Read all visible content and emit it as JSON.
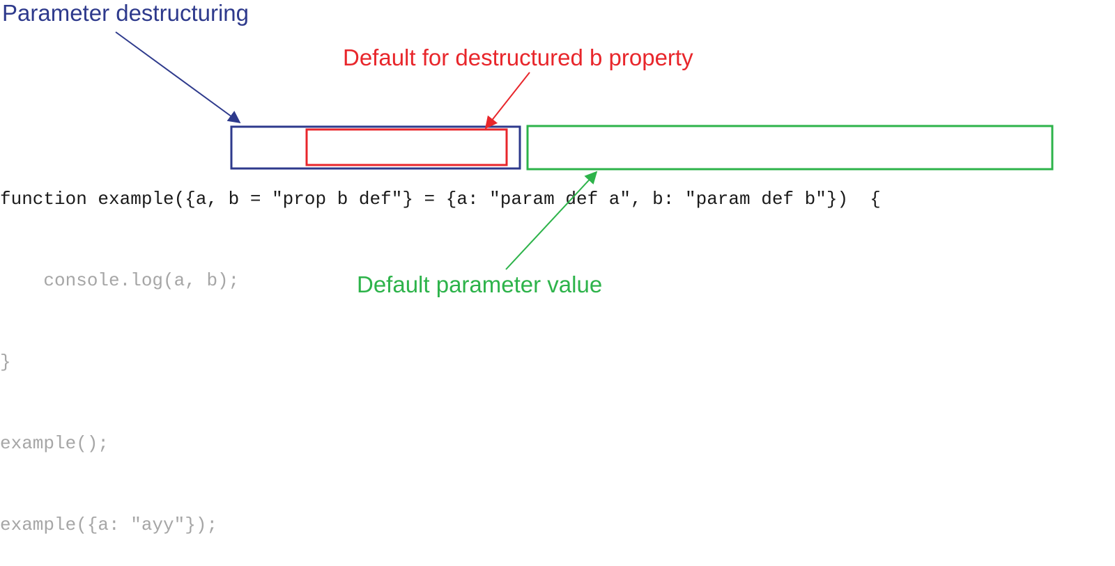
{
  "labels": {
    "parameter_destructuring": "Parameter destructuring",
    "default_b_property": "Default for destructured b property",
    "default_parameter_value": "Default parameter value"
  },
  "code": {
    "line1": {
      "prefix": "function example(",
      "destructure_start": "{a, b ",
      "prop_default": "= \"prop b def\"",
      "destructure_end": "}",
      "gap": " ",
      "param_default": "= {a: \"param def a\", b: \"param def b\"}",
      "suffix": ")  {"
    },
    "line2": "    console.log(a, b);",
    "line3": "}",
    "line4": "example();",
    "line5": "example({a: \"ayy\"});"
  },
  "colors": {
    "destructuring": "#2e3a8c",
    "prop_default": "#e8262b",
    "param_default": "#2db34a",
    "code_active": "#1a1a1a",
    "code_muted": "#a6a6a6"
  }
}
